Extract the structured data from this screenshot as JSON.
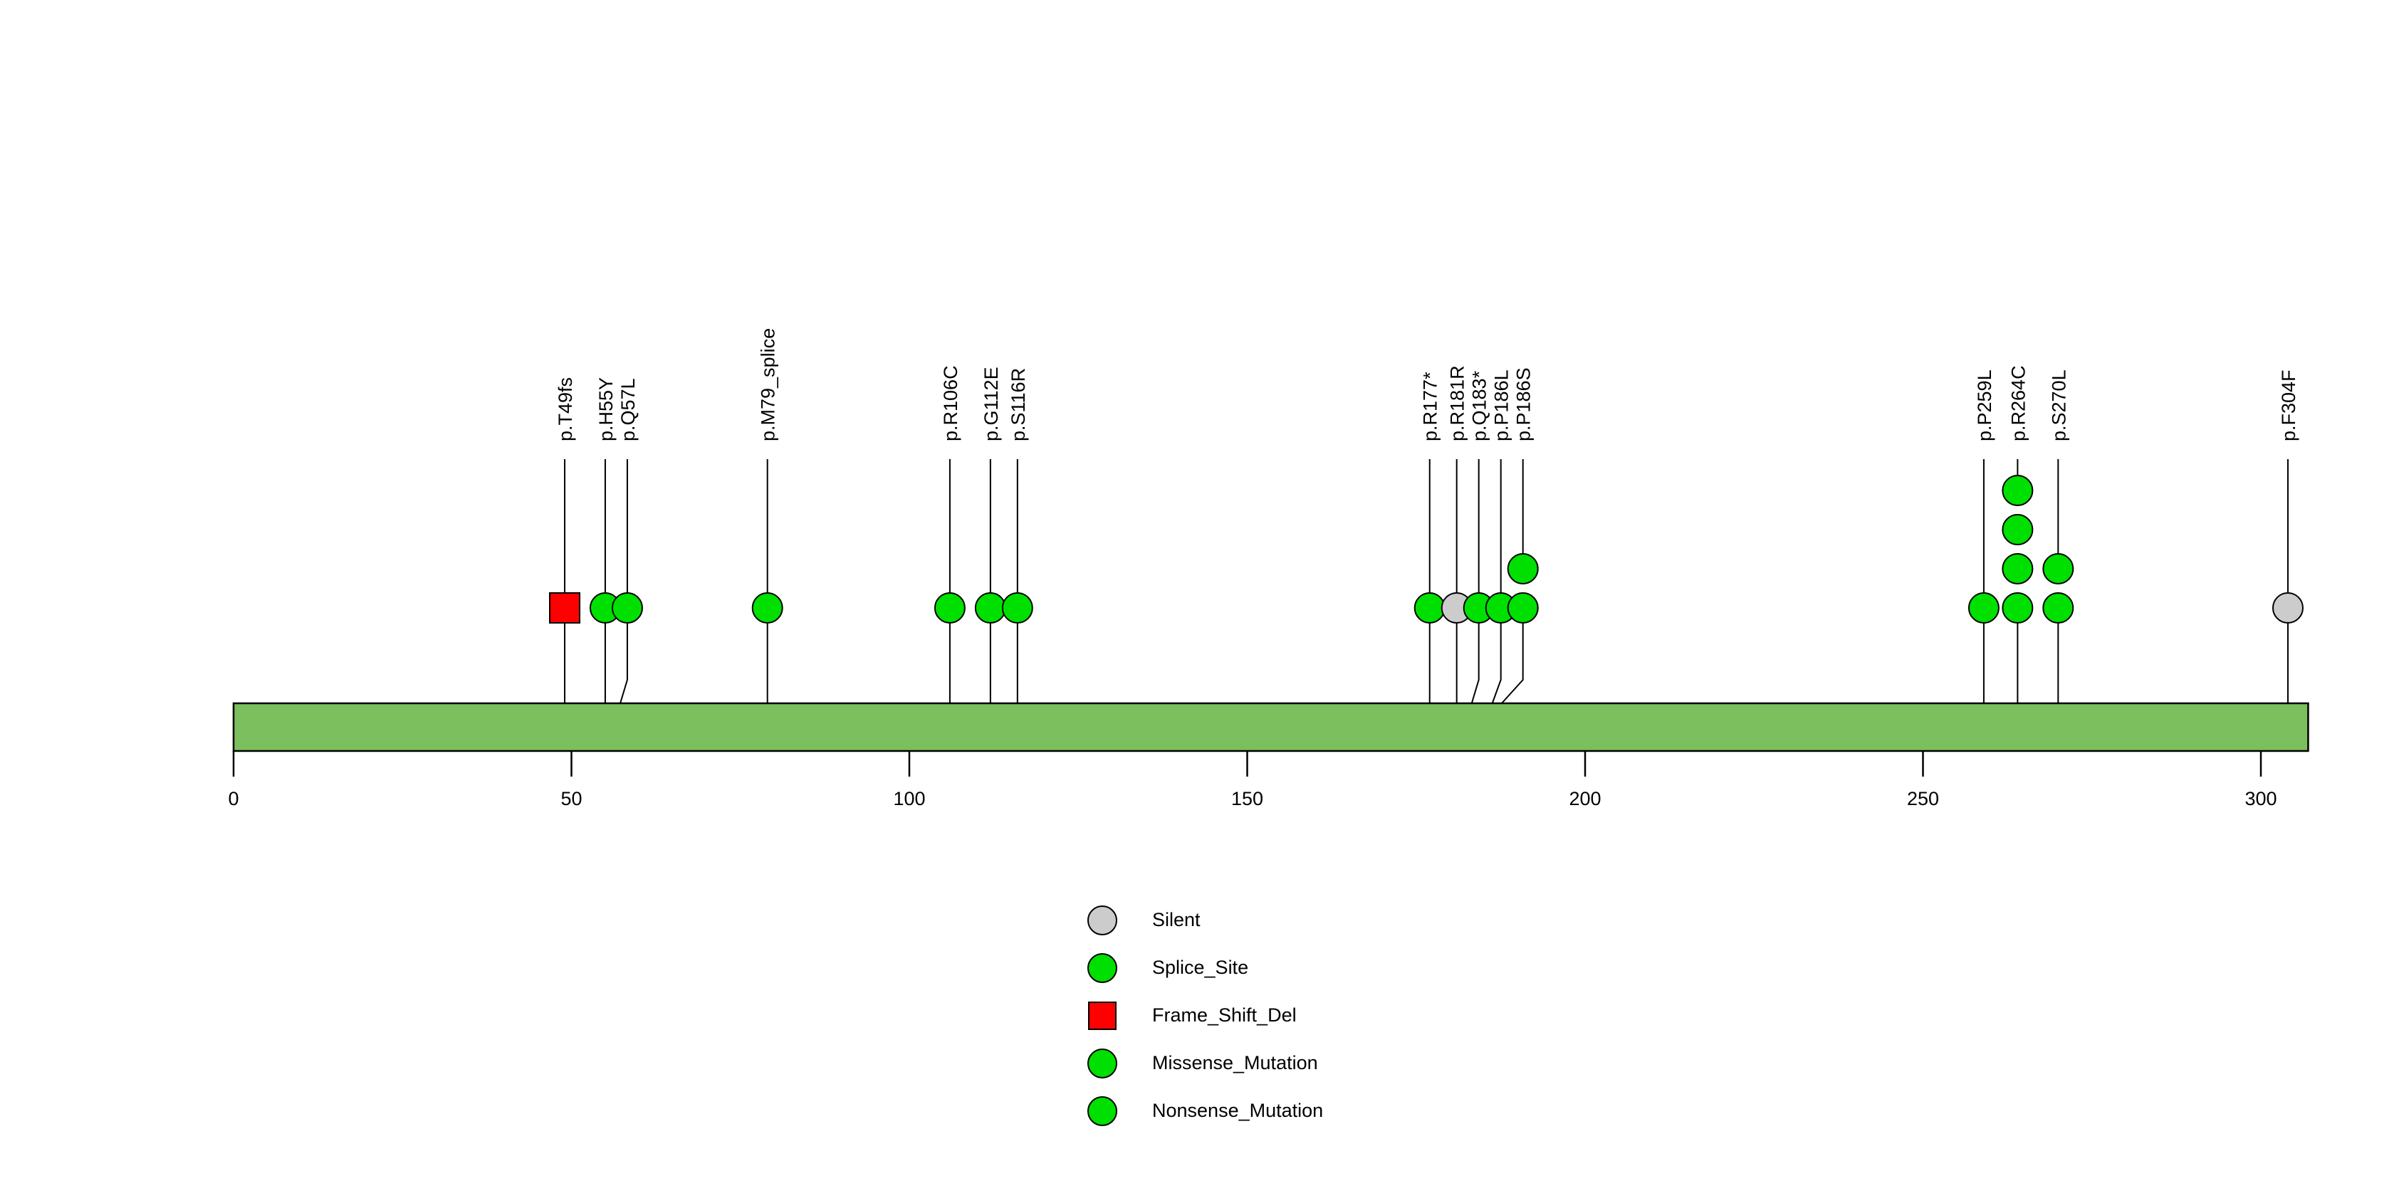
{
  "chart_data": {
    "type": "lollipop",
    "title": "",
    "xlabel": "",
    "ylabel": "",
    "xlim": [
      0,
      307
    ],
    "axis_ticks": [
      0,
      50,
      100,
      150,
      200,
      250,
      300
    ],
    "axis_tick_labels": [
      "0",
      "50",
      "100",
      "150",
      "200",
      "250",
      "300"
    ],
    "protein_domain": {
      "name": "protein-backbone",
      "start": 0,
      "end": 307,
      "color": "#7BBF5E"
    },
    "grid": false,
    "legend_position": "bottom-center",
    "mutations": [
      {
        "label": "p.T49fs",
        "position": 49,
        "count": 1,
        "shape": "square",
        "color": "#FF0000",
        "type": "Frame_Shift_Del"
      },
      {
        "label": "p.H55Y",
        "position": 55,
        "count": 1,
        "shape": "circle",
        "color": "#00E000",
        "type": "Missense_Mutation"
      },
      {
        "label": "p.Q57L",
        "position": 57,
        "count": 1,
        "shape": "circle",
        "color": "#00E000",
        "type": "Missense_Mutation"
      },
      {
        "label": "p.M79_splice",
        "position": 79,
        "count": 1,
        "shape": "circle",
        "color": "#00E000",
        "type": "Splice_Site"
      },
      {
        "label": "p.R106C",
        "position": 106,
        "count": 1,
        "shape": "circle",
        "color": "#00E000",
        "type": "Missense_Mutation"
      },
      {
        "label": "p.G112E",
        "position": 112,
        "count": 1,
        "shape": "circle",
        "color": "#00E000",
        "type": "Missense_Mutation"
      },
      {
        "label": "p.S116R",
        "position": 116,
        "count": 1,
        "shape": "circle",
        "color": "#00E000",
        "type": "Missense_Mutation"
      },
      {
        "label": "p.R177*",
        "position": 177,
        "count": 1,
        "shape": "circle",
        "color": "#00E000",
        "type": "Nonsense_Mutation"
      },
      {
        "label": "p.R181R",
        "position": 181,
        "count": 1,
        "shape": "circle",
        "color": "#CCCCCC",
        "type": "Silent"
      },
      {
        "label": "p.Q183*",
        "position": 183,
        "count": 1,
        "shape": "circle",
        "color": "#00E000",
        "type": "Nonsense_Mutation"
      },
      {
        "label": "p.P186L",
        "position": 186,
        "count": 1,
        "shape": "circle",
        "color": "#00E000",
        "type": "Missense_Mutation"
      },
      {
        "label": "p.P186S",
        "position": 187,
        "count": 2,
        "shape": "circle",
        "color": "#00E000",
        "type": "Missense_Mutation"
      },
      {
        "label": "p.P259L",
        "position": 259,
        "count": 1,
        "shape": "circle",
        "color": "#00E000",
        "type": "Missense_Mutation"
      },
      {
        "label": "p.R264C",
        "position": 264,
        "count": 4,
        "shape": "circle",
        "color": "#00E000",
        "type": "Missense_Mutation"
      },
      {
        "label": "p.S270L",
        "position": 270,
        "count": 2,
        "shape": "circle",
        "color": "#00E000",
        "type": "Missense_Mutation"
      },
      {
        "label": "p.F304F",
        "position": 304,
        "count": 1,
        "shape": "circle",
        "color": "#CCCCCC",
        "type": "Silent"
      }
    ],
    "legend": [
      {
        "label": "Silent",
        "shape": "circle",
        "color": "#CCCCCC"
      },
      {
        "label": "Splice_Site",
        "shape": "circle",
        "color": "#00E000"
      },
      {
        "label": "Frame_Shift_Del",
        "shape": "square",
        "color": "#FF0000"
      },
      {
        "label": "Missense_Mutation",
        "shape": "circle",
        "color": "#00E000"
      },
      {
        "label": "Nonsense_Mutation",
        "shape": "circle",
        "color": "#00E000"
      }
    ]
  },
  "colors": {
    "backbone": "#7BBF5E",
    "stroke": "#000000",
    "green": "#00E000",
    "red": "#FF0000",
    "grey": "#CCCCCC",
    "background": "#FFFFFF"
  }
}
